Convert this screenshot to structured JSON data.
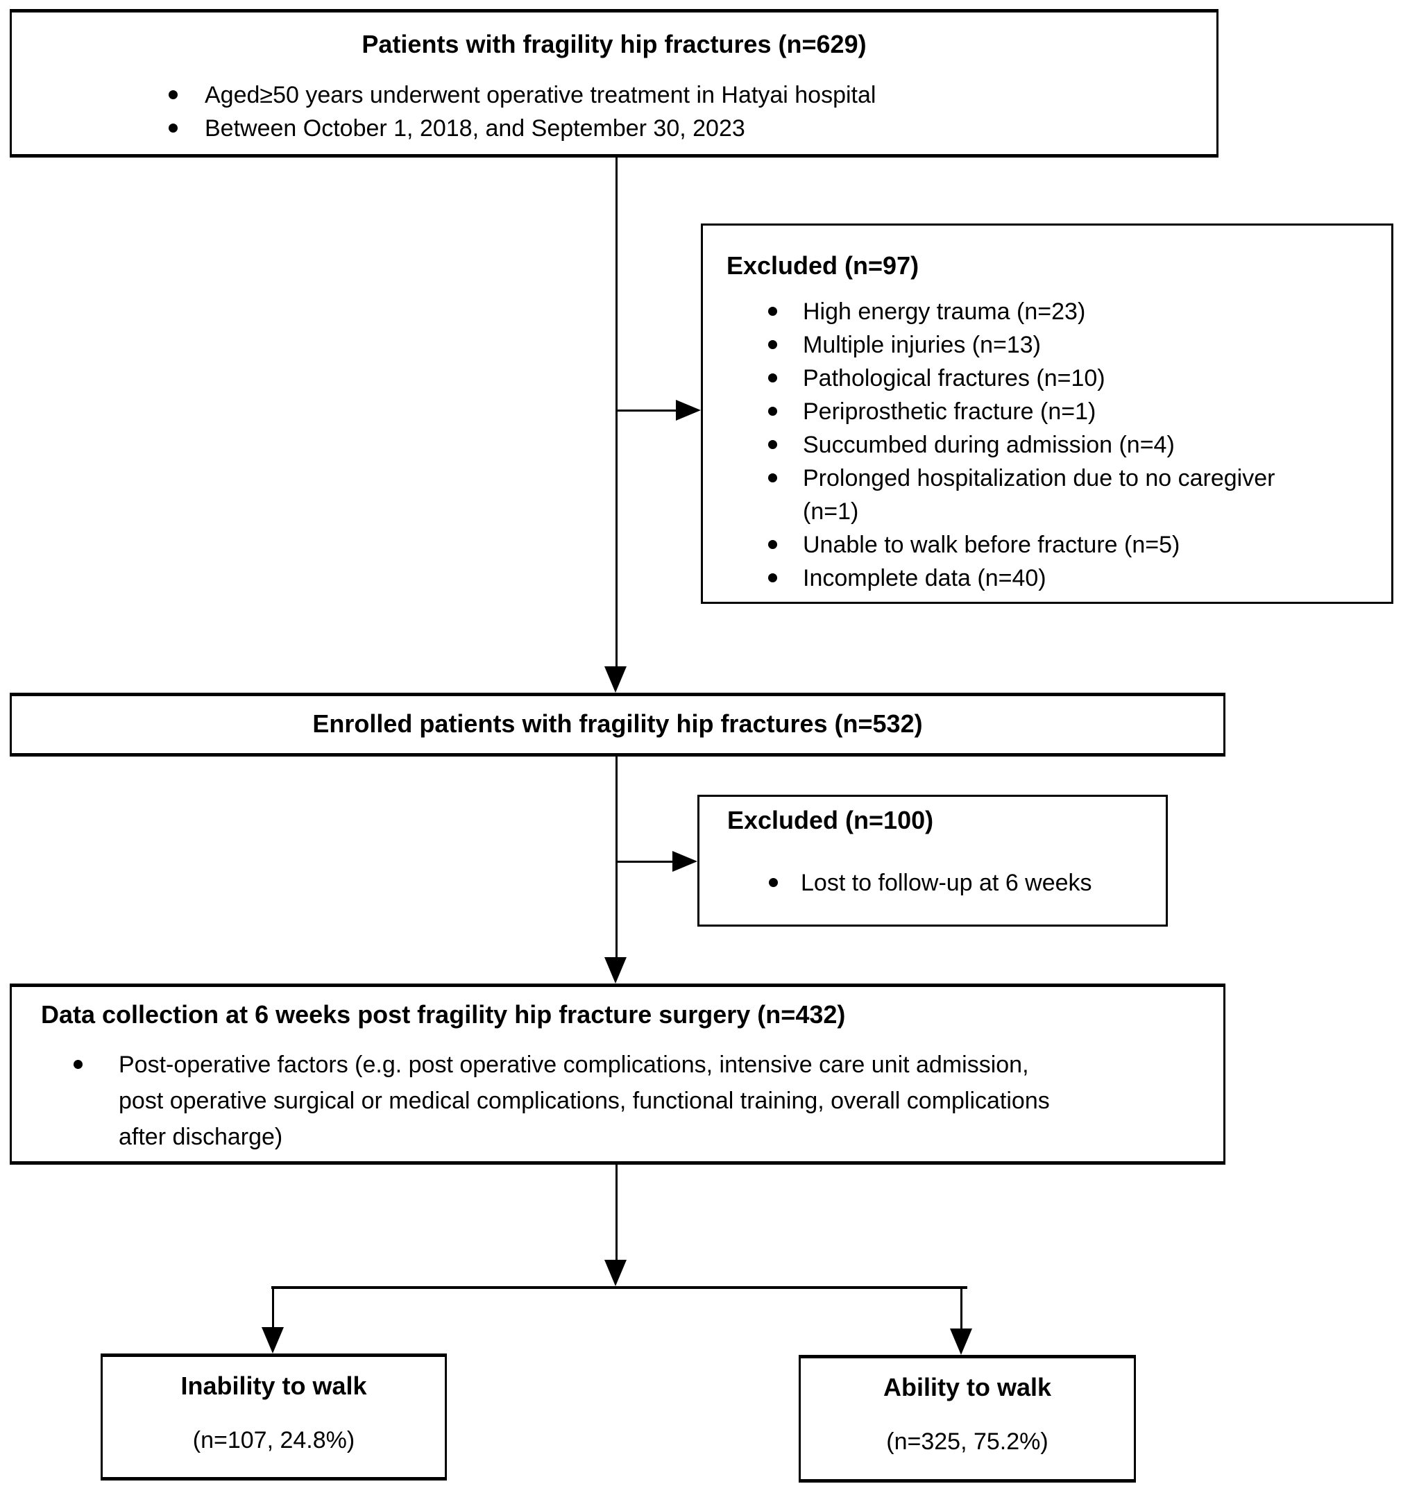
{
  "style": {
    "background": "#ffffff",
    "line_color": "#000000",
    "text_color": "#000000"
  },
  "flowchart": {
    "initial": {
      "title": "Patients with fragility hip fractures (n=629)",
      "bullets": [
        "Aged≥50 years underwent operative treatment in Hatyai hospital",
        "Between October 1, 2018, and September 30, 2023"
      ]
    },
    "excluded1": {
      "title": "Excluded (n=97)",
      "bullets": [
        "High energy trauma (n=23)",
        "Multiple injuries (n=13)",
        "Pathological fractures (n=10)",
        "Periprosthetic fracture (n=1)",
        "Succumbed during admission (n=4)",
        "Prolonged hospitalization due to no caregiver\n(n=1)",
        "Unable to walk before fracture (n=5)",
        "Incomplete data (n=40)"
      ]
    },
    "enrolled": {
      "title": "Enrolled patients with fragility hip fractures (n=532)"
    },
    "excluded2": {
      "title": "Excluded (n=100)",
      "bullets": [
        "Lost to follow-up at 6 weeks"
      ]
    },
    "data_collection": {
      "title": "Data collection at 6 weeks post fragility hip fracture surgery (n=432)",
      "bullets": [
        "Post-operative factors (e.g. post operative complications, intensive care unit admission,\npost operative surgical or medical complications, functional training, overall complications\nafter discharge)"
      ]
    },
    "outcome_inability": {
      "title": "Inability to walk",
      "count": "(n=107, 24.8%)"
    },
    "outcome_ability": {
      "title": "Ability to walk",
      "count": "(n=325, 75.2%)"
    }
  }
}
